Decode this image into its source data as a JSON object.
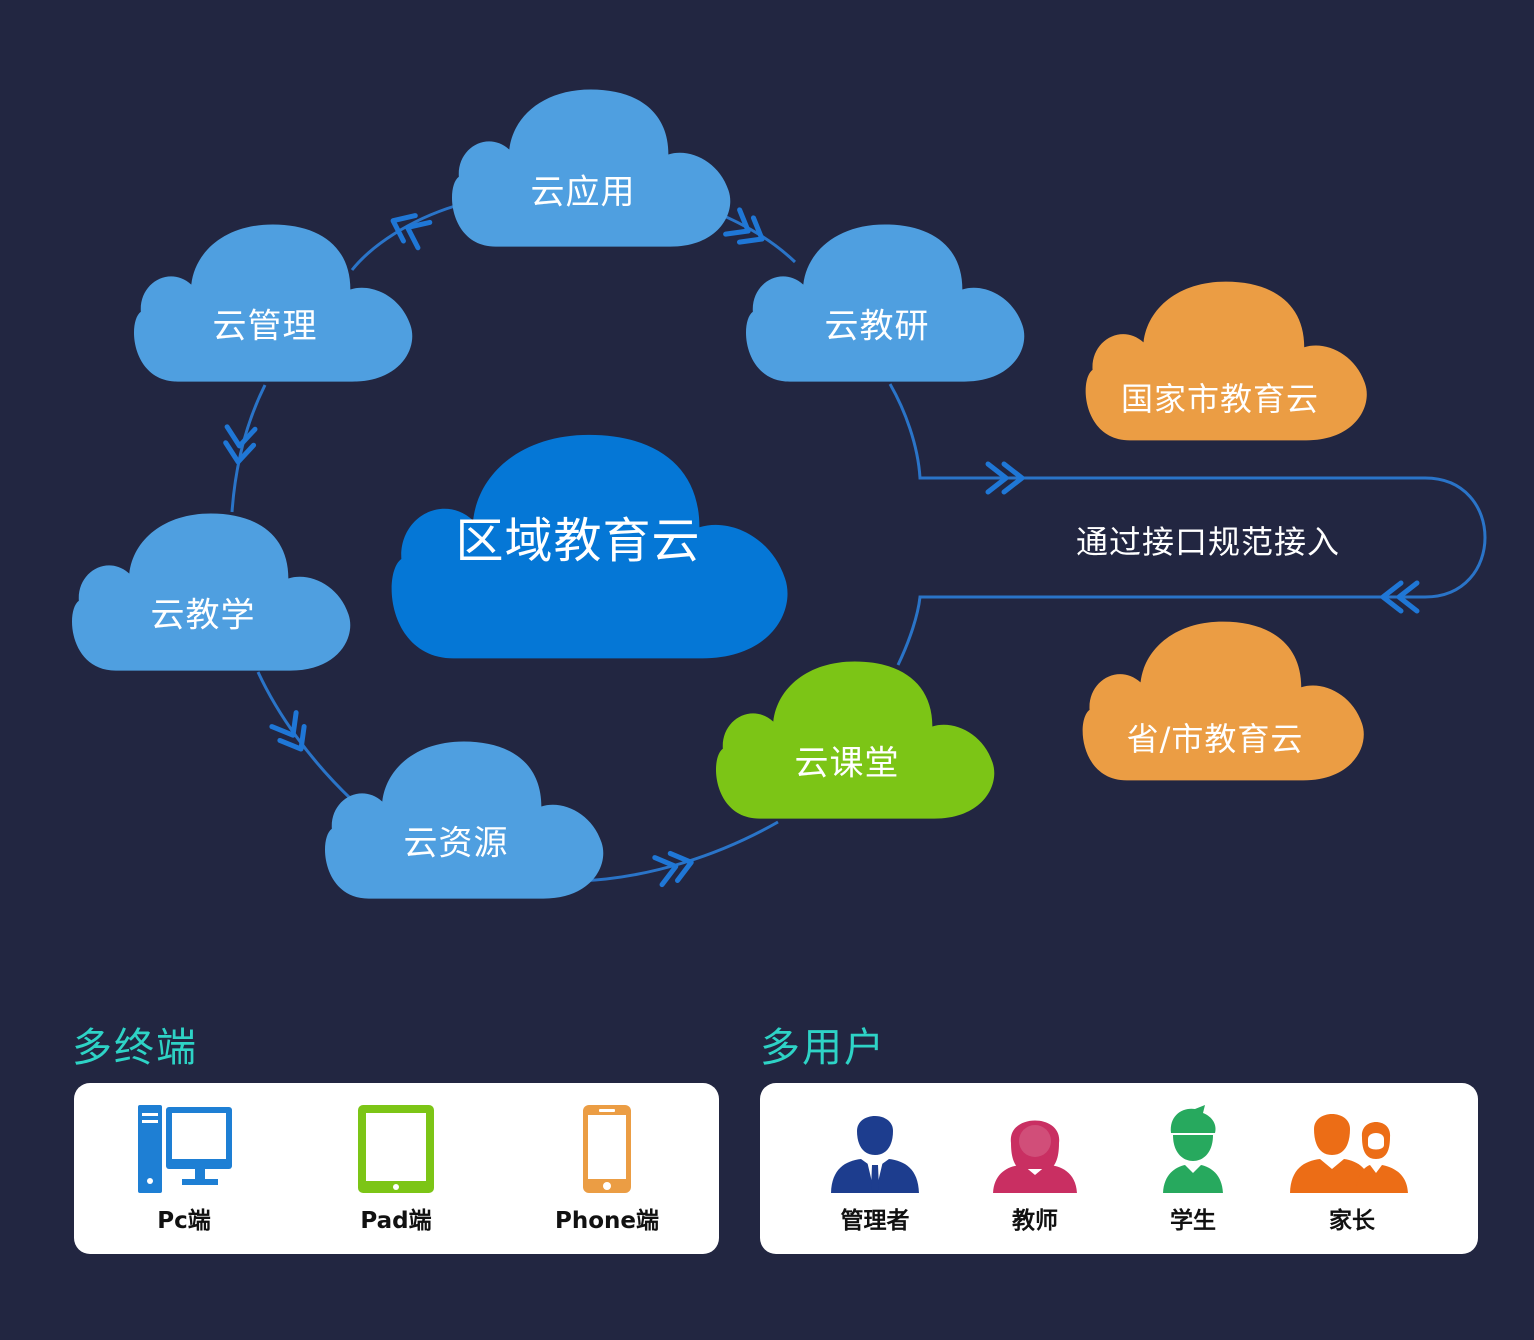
{
  "center_cloud": {
    "label": "区域教育云",
    "color": "#0577d6"
  },
  "ring_clouds": [
    {
      "label": "云应用",
      "color": "#4f9fe0"
    },
    {
      "label": "云教研",
      "color": "#4f9fe0"
    },
    {
      "label": "云课堂",
      "color": "#7cc516"
    },
    {
      "label": "云资源",
      "color": "#4f9fe0"
    },
    {
      "label": "云教学",
      "color": "#4f9fe0"
    },
    {
      "label": "云管理",
      "color": "#4f9fe0"
    }
  ],
  "external_clouds": [
    {
      "label": "国家市教育云",
      "color": "#eb9d44"
    },
    {
      "label": "省/市教育云",
      "color": "#eb9d44"
    }
  ],
  "connector": {
    "label": "通过接口规范接入",
    "color": "#2a74c8"
  },
  "terminals": {
    "title": "多终端",
    "items": [
      {
        "label": "Pc端",
        "icon": "desktop-computer-icon",
        "color": "#1e7fd4"
      },
      {
        "label": "Pad端",
        "icon": "tablet-icon",
        "color": "#7cc516"
      },
      {
        "label": "Phone端",
        "icon": "smartphone-icon",
        "color": "#eb9d44"
      }
    ]
  },
  "users": {
    "title": "多用户",
    "items": [
      {
        "label": "管理者",
        "icon": "manager-icon",
        "color": "#1d3d8e"
      },
      {
        "label": "教师",
        "icon": "teacher-icon",
        "color": "#c92f62"
      },
      {
        "label": "学生",
        "icon": "student-icon",
        "color": "#27a95e"
      },
      {
        "label": "家长",
        "icon": "parents-icon",
        "color": "#ec6d16"
      }
    ]
  },
  "colors": {
    "background": "#222641",
    "accent_title": "#2ed3c6",
    "line": "#2a74c8"
  }
}
